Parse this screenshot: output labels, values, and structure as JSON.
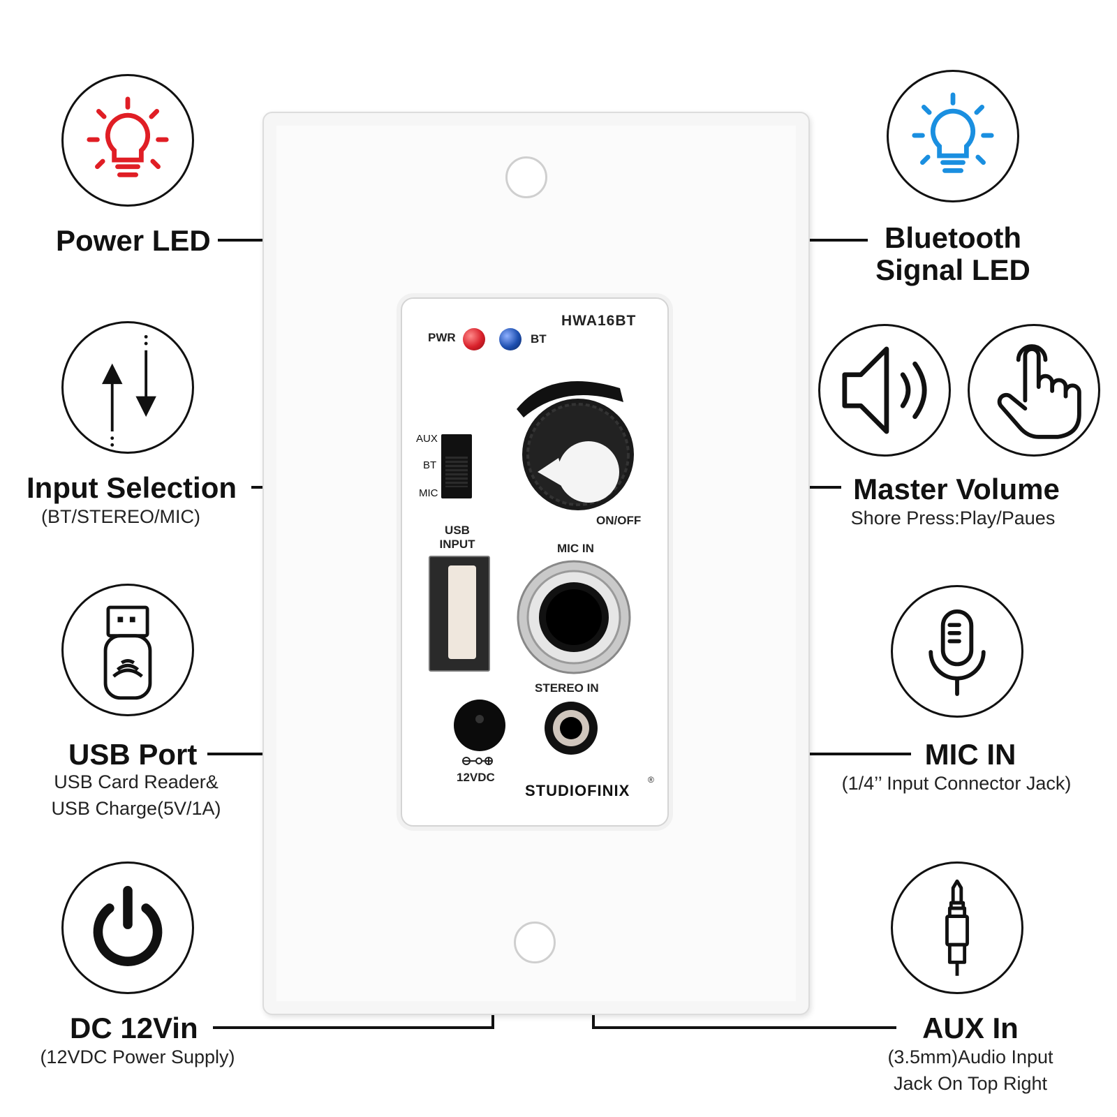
{
  "callouts": {
    "power_led": {
      "title": "Power LED"
    },
    "bluetooth_led": {
      "title_line1": "Bluetooth",
      "title_line2": "Signal LED"
    },
    "input_selection": {
      "title": "Input Selection",
      "subtitle": "(BT/STEREO/MIC)"
    },
    "master_volume": {
      "title": "Master Volume",
      "subtitle": "Shore Press:Play/Paues"
    },
    "usb_port": {
      "title": "USB Port",
      "subtitle_line1": "USB Card Reader&",
      "subtitle_line2": "USB Charge(5V/1A)"
    },
    "mic_in": {
      "title": "MIC IN",
      "subtitle": "(1/4’’ Input Connector Jack)"
    },
    "dc_in": {
      "title": "DC 12Vin",
      "subtitle": "(12VDC Power Supply)"
    },
    "aux_in": {
      "title": "AUX In",
      "subtitle_line1": "(3.5mm)Audio Input",
      "subtitle_line2": "Jack On Top Right"
    }
  },
  "plate": {
    "model": "HWA16BT",
    "pwr_label": "PWR",
    "bt_label": "BT",
    "switch_labels": [
      "AUX",
      "BT",
      "MIC"
    ],
    "knob_label": "ON/OFF",
    "usb_label_line1": "USB",
    "usb_label_line2": "INPUT",
    "mic_label": "MIC IN",
    "stereo_label": "STEREO IN",
    "dc_label": "12VDC",
    "brand": "STUDIOFINIX",
    "registered_mark": "®"
  },
  "icons": {
    "power_led": "red-lightbulb-icon",
    "bluetooth_led": "blue-lightbulb-icon",
    "input_selection": "arrows-up-down-icon",
    "speaker": "speaker-icon",
    "touch": "hand-pointer-icon",
    "usb": "usb-drive-icon",
    "mic": "microphone-icon",
    "power": "power-icon",
    "aux": "audio-jack-icon"
  },
  "colors": {
    "pwr_led": "#d8202a",
    "bt_led": "#1d4fb0",
    "red_bulb": "#e01e25",
    "blue_bulb": "#1a8fe0"
  }
}
